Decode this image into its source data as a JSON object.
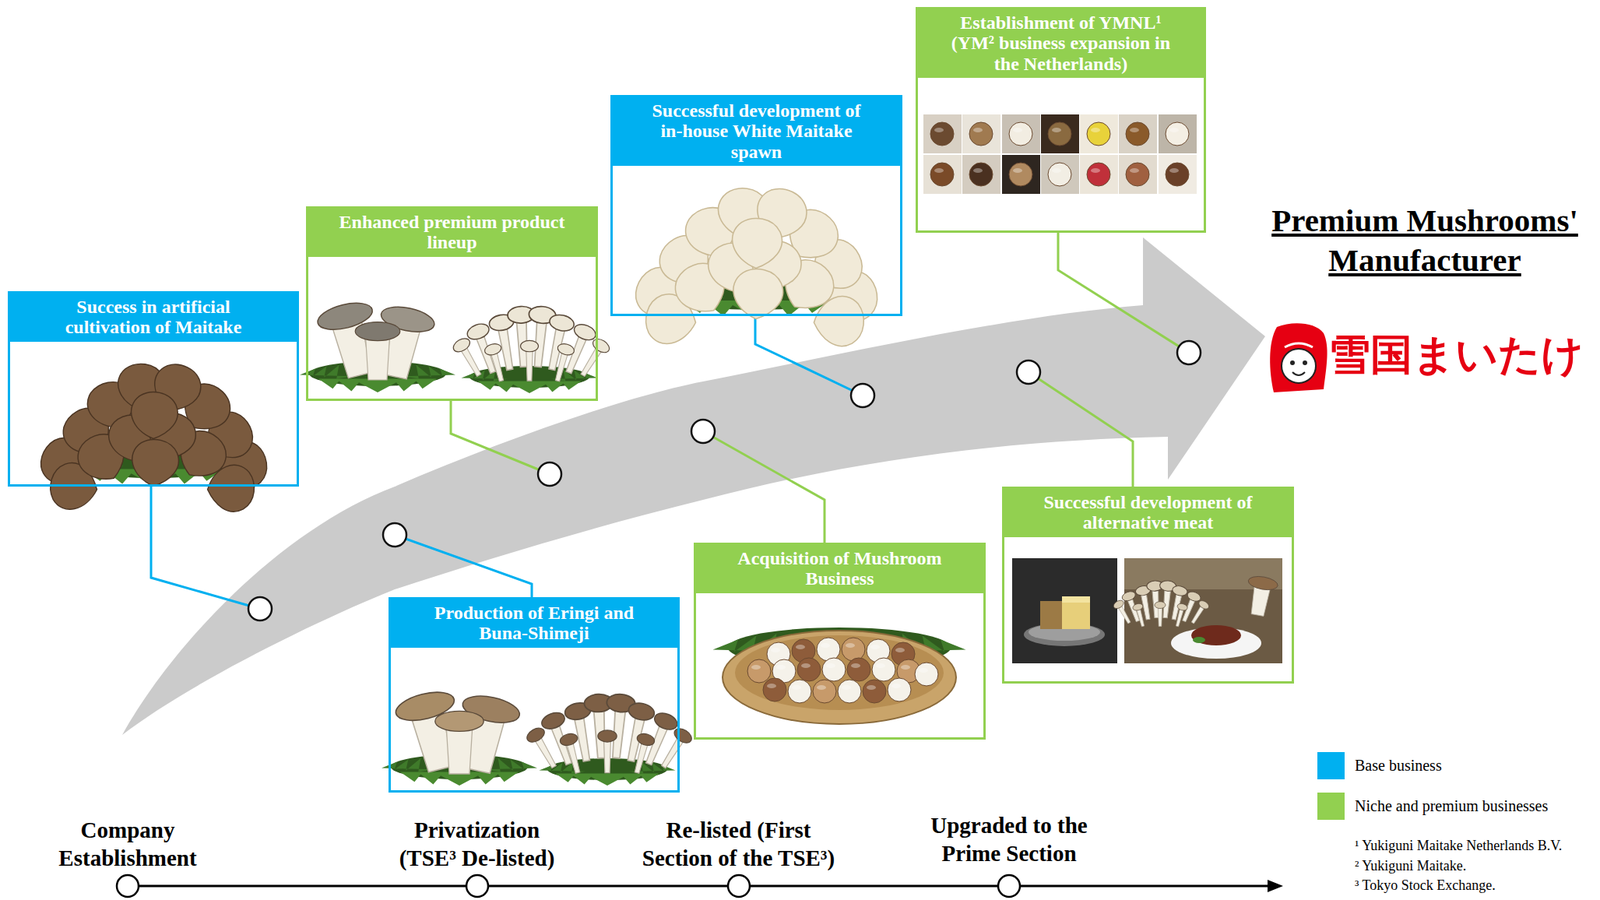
{
  "diagram": {
    "title": "Premium Mushrooms' Manufacturer",
    "nodes": [
      {
        "text": [
          "Success in artificial cultivation of Maitake"
        ]
      },
      {
        "text": [
          "Production of Eringi and Buna-Shimeji"
        ]
      },
      {
        "text": [
          "Enhanced premium product lineup"
        ]
      },
      {
        "text": [
          "Acquisition of Mushroom Business"
        ]
      },
      {
        "text": [
          "Successful development of in-house White Maitake spawn"
        ]
      },
      {
        "text": [
          "Successful development of alternative meat"
        ]
      },
      {
        "text": [
          "Establishment of YMNL¹ (YM² business expansion in the Netherlands)"
        ]
      }
    ],
    "labels": [
      "Company Establishment",
      "Privatization (TSE³ De-listed)",
      "Re-listed (First Section of the TSE³)",
      "Upgraded to the Prime Section",
      "雪国まいたけ",
      "¹ Yukiguni Maitake Netherlands B.V.",
      "² Yukiguni Maitake.",
      "³ Tokyo Stock Exchange."
    ],
    "legend": [
      {
        "text": "Base business",
        "color": "#00b0f0"
      },
      {
        "text": "Niche and premium businesses",
        "color": "#92d050"
      }
    ]
  }
}
